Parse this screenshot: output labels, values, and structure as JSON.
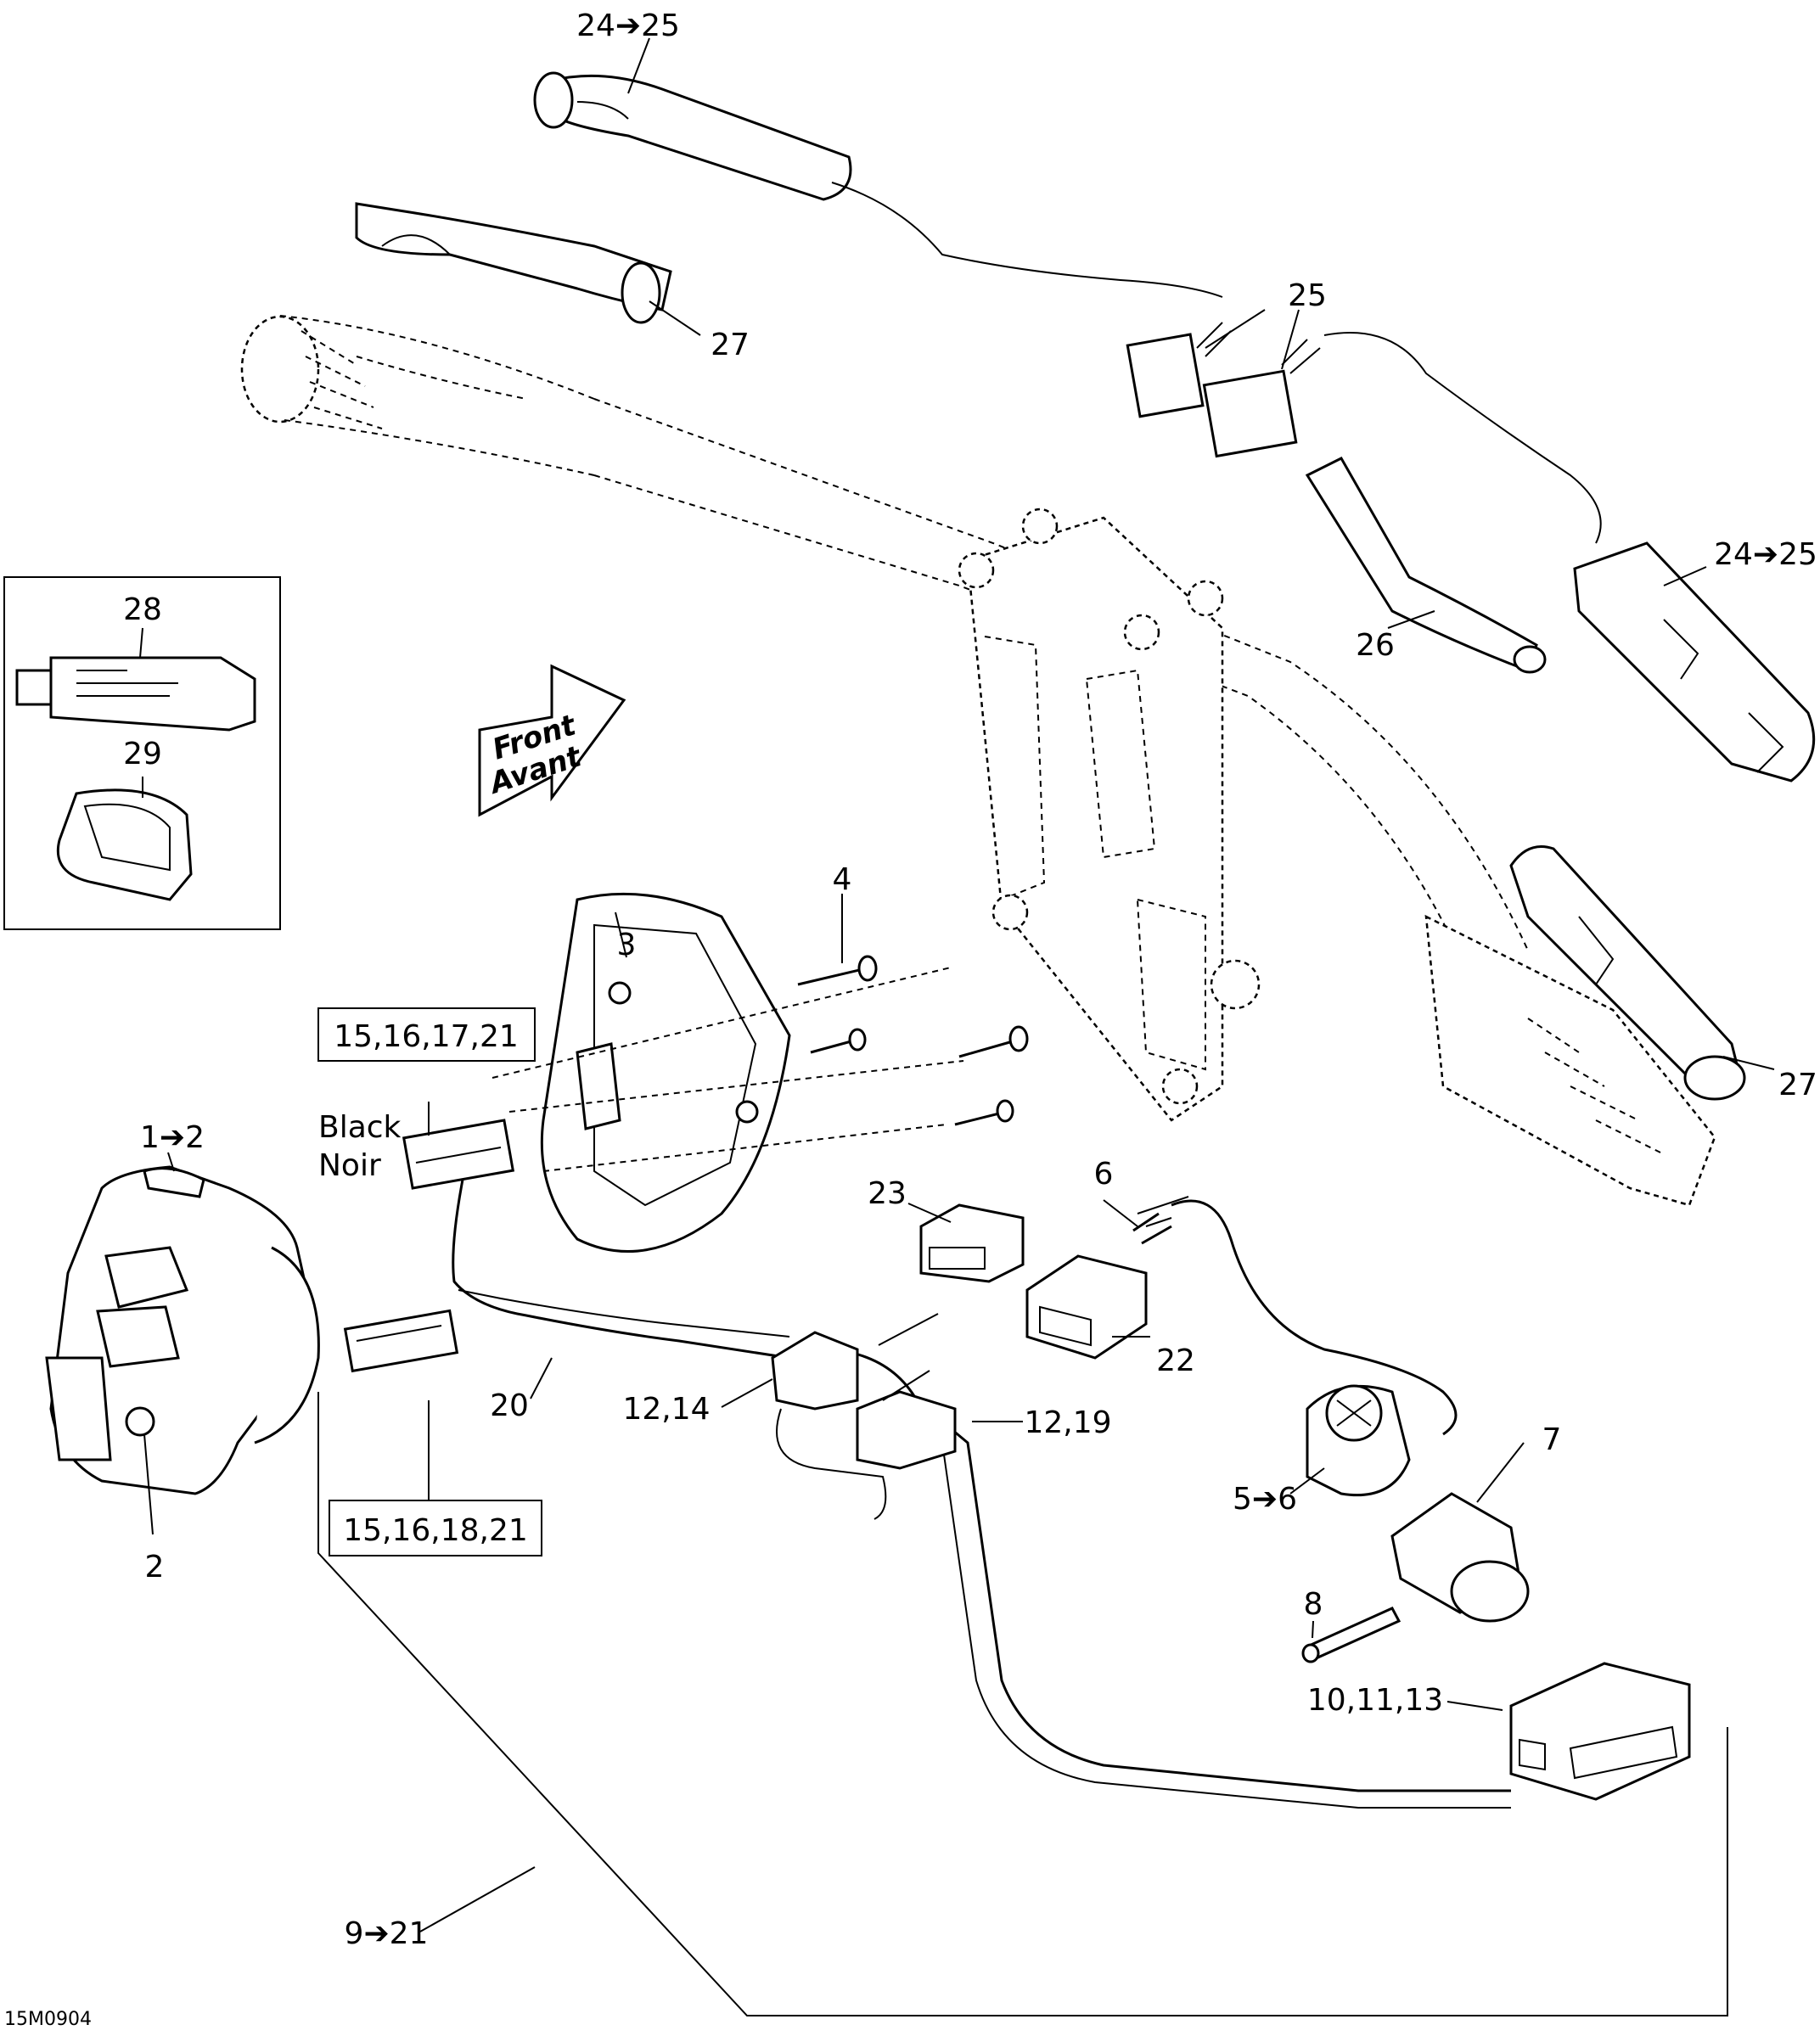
{
  "diagram_code": "15M0904",
  "direction_arrow": {
    "line1": "Front",
    "line2": "Avant"
  },
  "connector_label": {
    "line1": "Black",
    "line2": "Noir"
  },
  "boxed_labels": {
    "upper_connector": "15,16,17,21",
    "lower_connector": "15,16,18,21"
  },
  "callouts": {
    "c_24_25_top": "24➔25",
    "c_27_upper": "27",
    "c_25": "25",
    "c_24_25_right": "24➔25",
    "c_26": "26",
    "c_28": "28",
    "c_29": "29",
    "c_4": "4",
    "c_3": "3",
    "c_27_lower": "27",
    "c_1_2": "1➔2",
    "c_2": "2",
    "c_23": "23",
    "c_6": "6",
    "c_22": "22",
    "c_20": "20",
    "c_12_14": "12,14",
    "c_12_19": "12,19",
    "c_7": "7",
    "c_5_6": "5➔6",
    "c_8": "8",
    "c_10_11_13": "10,11,13",
    "c_9_21": "9➔21"
  }
}
